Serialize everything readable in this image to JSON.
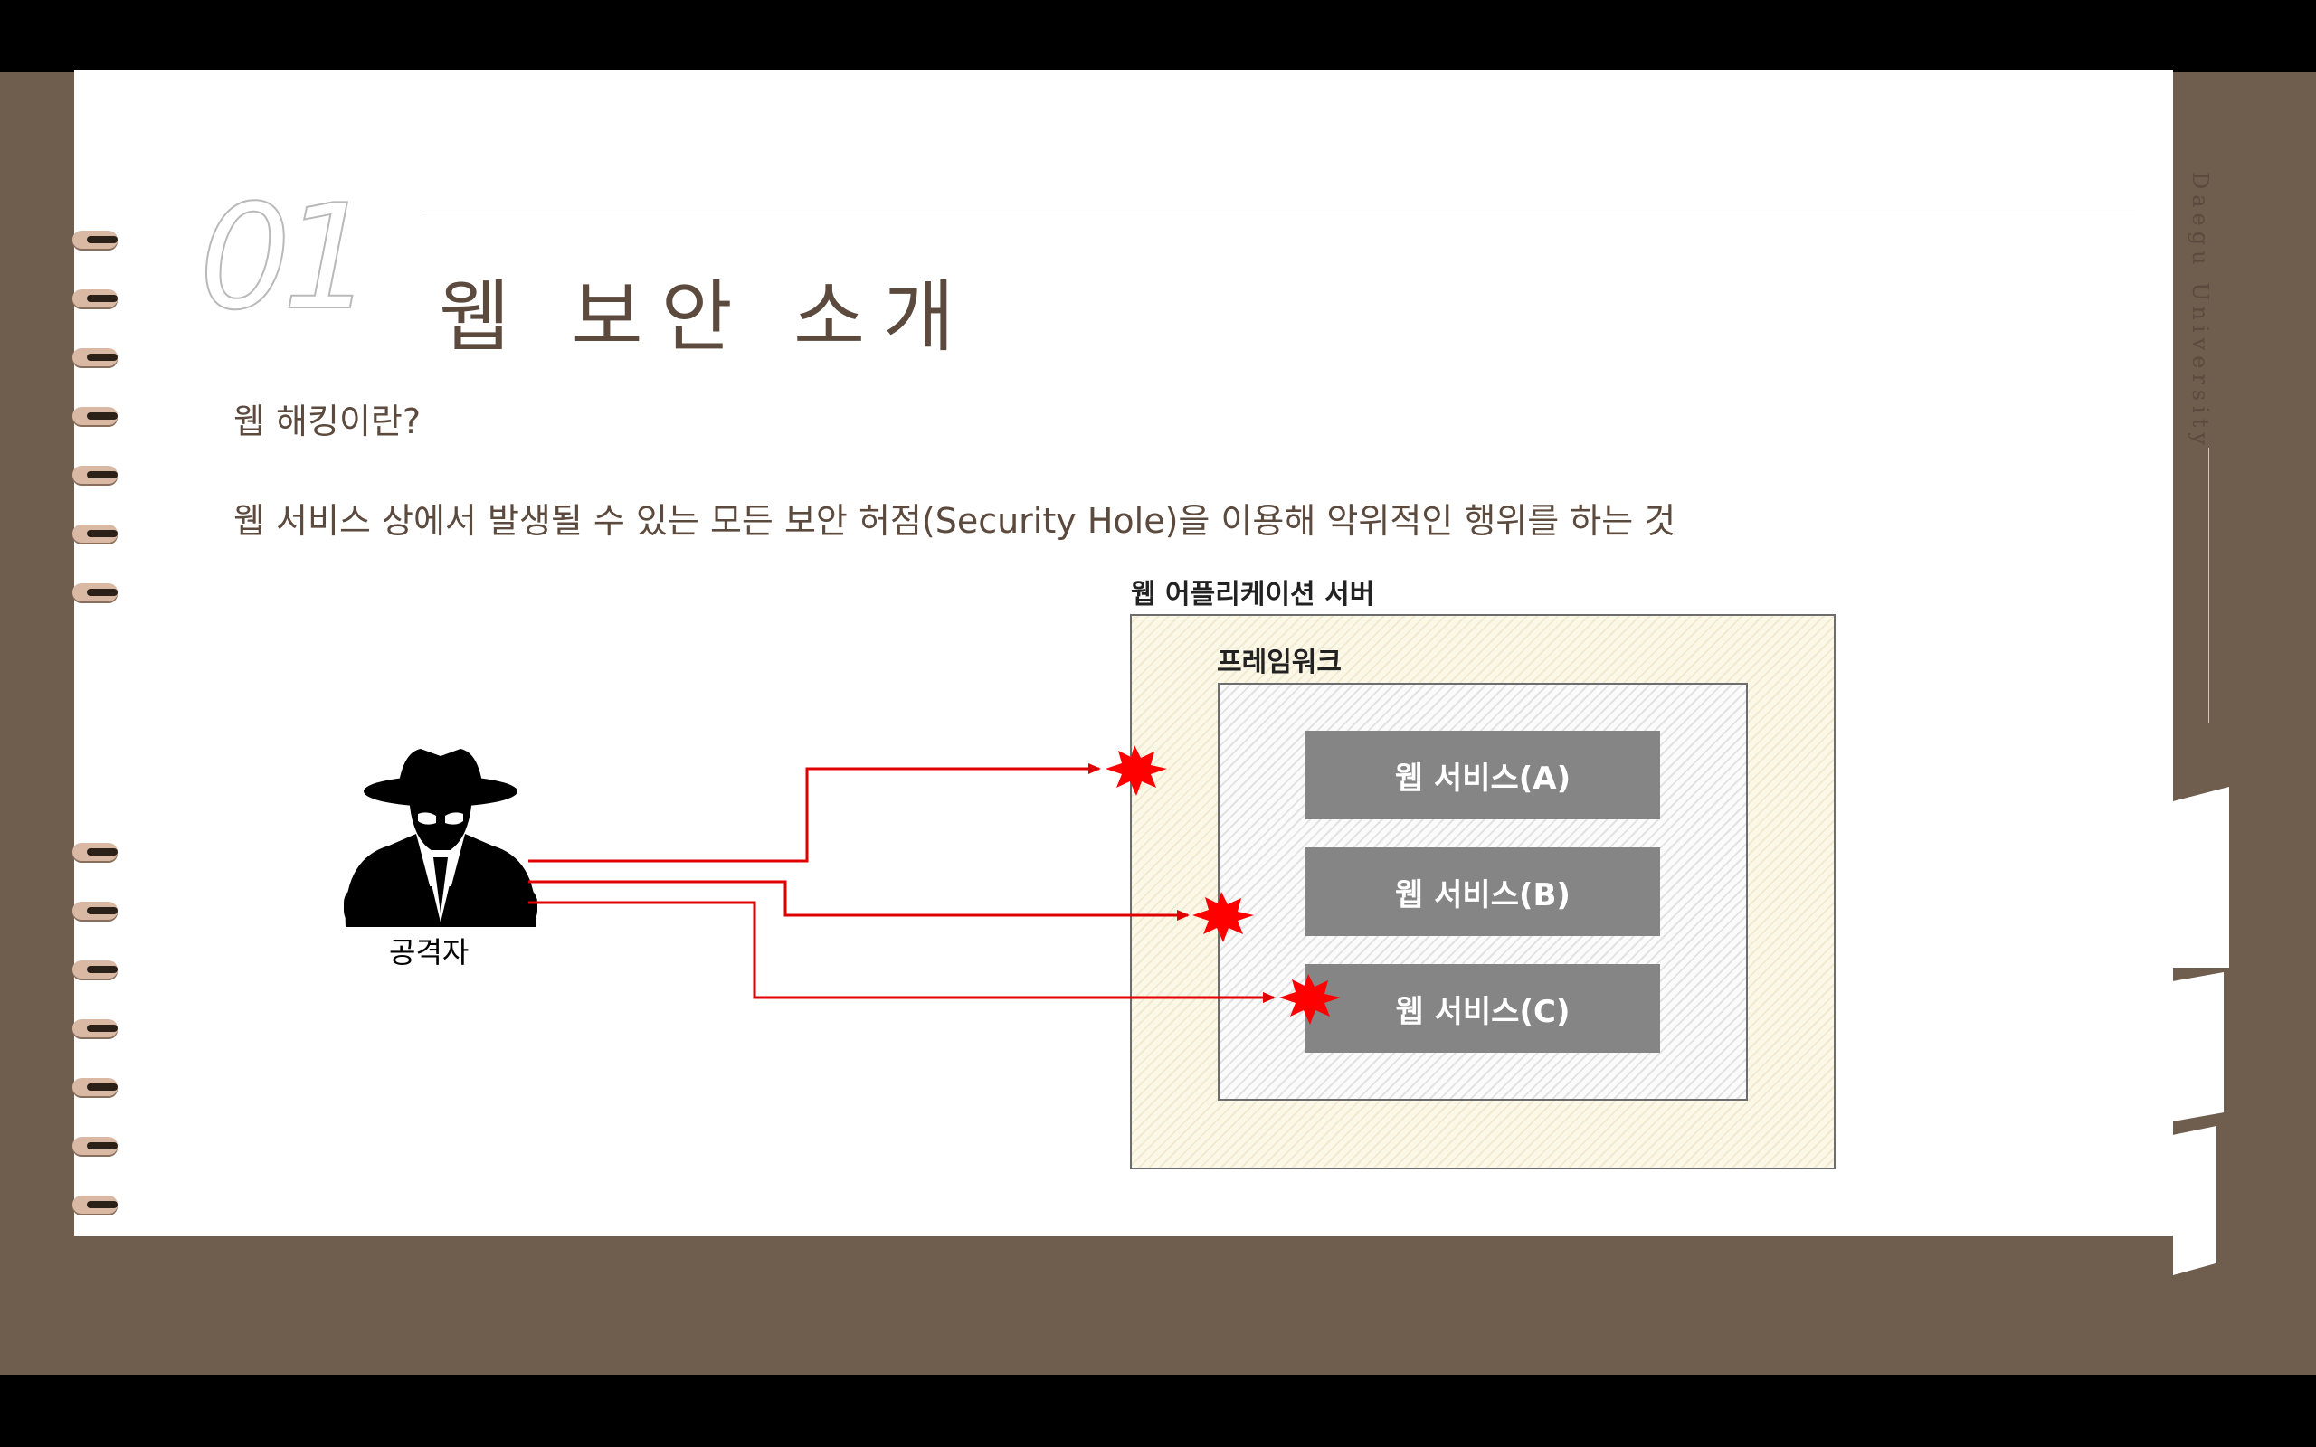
{
  "slide": {
    "number": "01",
    "title": "웹 보안 소개",
    "side_label": "Daegu University",
    "subheading": "웹 해킹이란?",
    "description": "웹 서비스 상에서 발생될 수 있는 모든 보안 허점(Security Hole)을 이용해 악위적인 행위를 하는 것"
  },
  "diagram": {
    "server_label": "웹 어플리케이션 서버",
    "framework_label": "프레임워크",
    "services": [
      "웹 서비스(A)",
      "웹 서비스(B)",
      "웹 서비스(C)"
    ],
    "attacker_label": "공격자",
    "colors": {
      "arrow": "#e00000",
      "burst": "#ff0000",
      "service_box": "#858585"
    }
  },
  "icons": {
    "attacker": "spy-icon",
    "impact": "burst-icon"
  }
}
